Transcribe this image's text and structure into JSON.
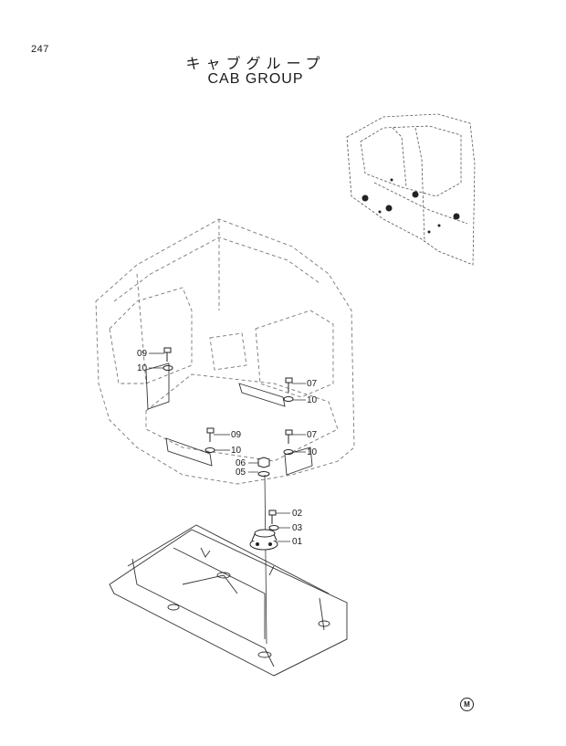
{
  "page": {
    "number": "247",
    "title_jp": "キャブグループ",
    "title_en": "CAB GROUP",
    "mark": "M"
  },
  "callouts": {
    "c01": "01",
    "c02": "02",
    "c03": "03",
    "c05": "05",
    "c06": "06",
    "c07a": "07",
    "c07b": "07",
    "c09a": "09",
    "c09b": "09",
    "c10a": "10",
    "c10b": "10",
    "c10c": "10",
    "c10d": "10"
  }
}
